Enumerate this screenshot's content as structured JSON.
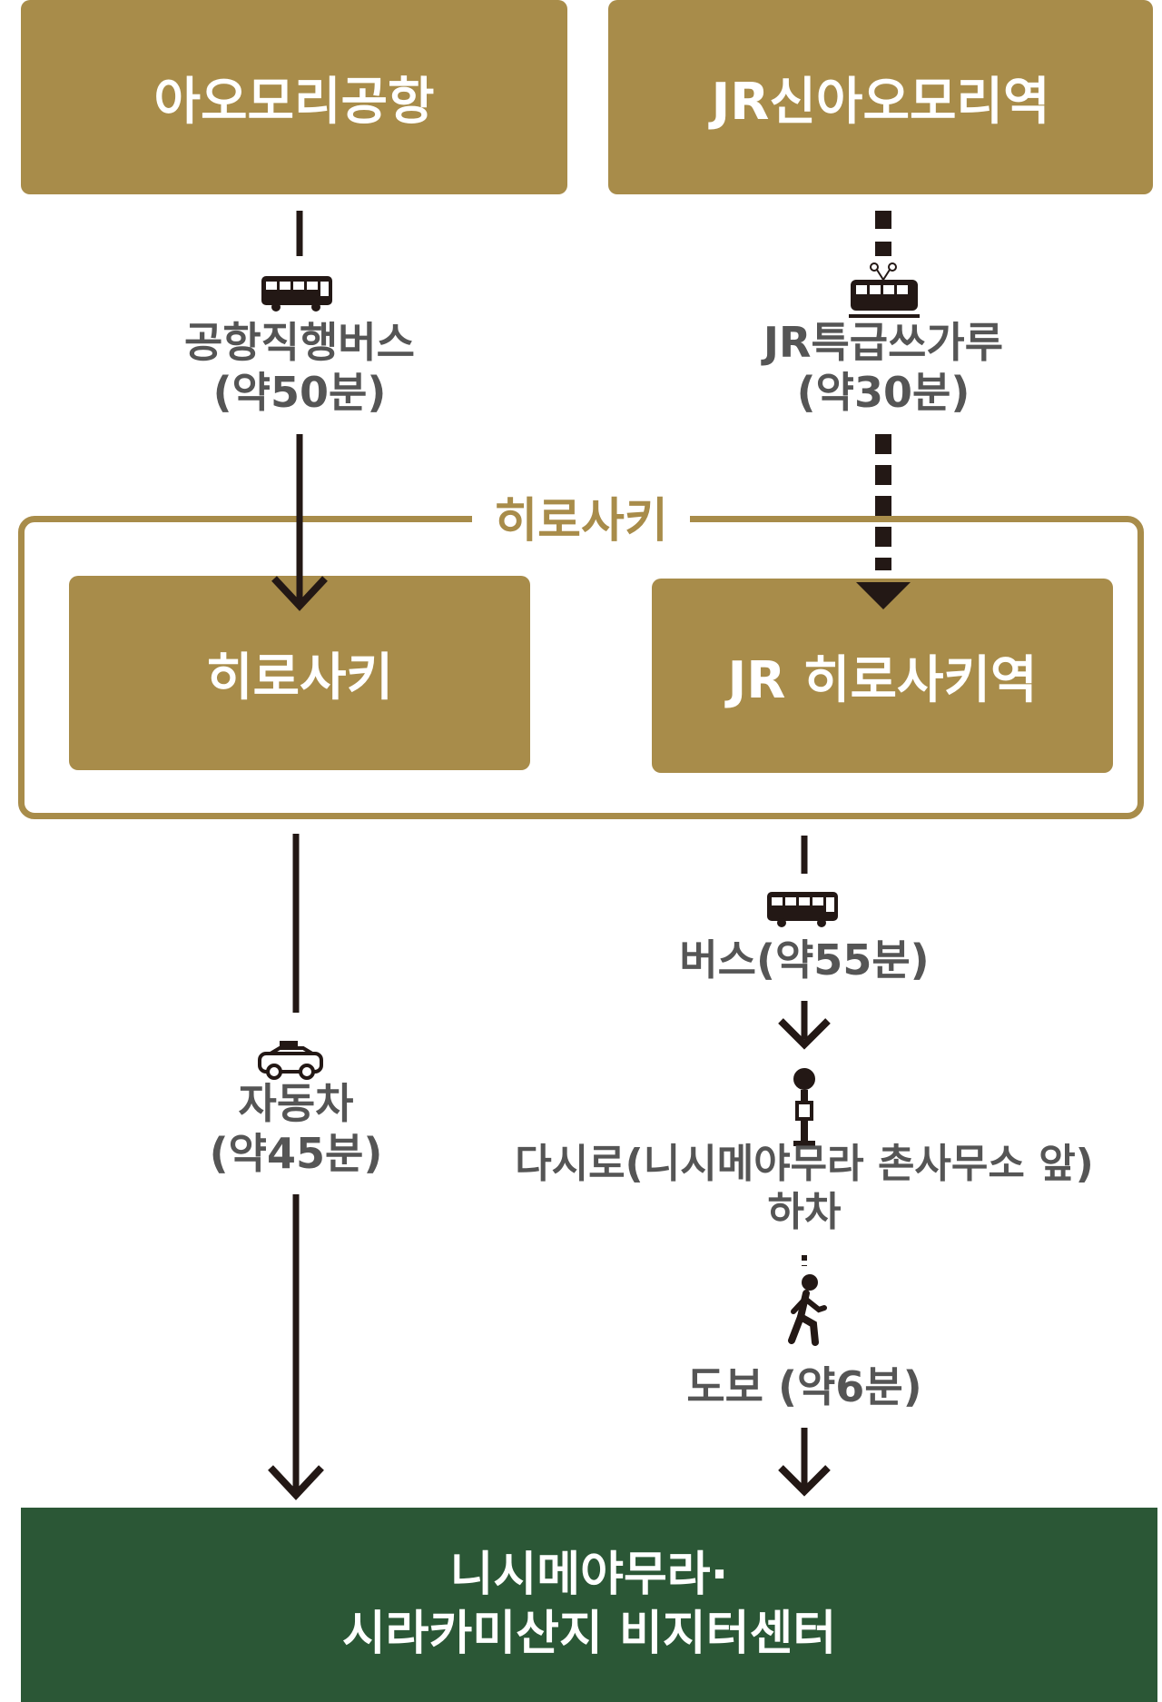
{
  "origins": {
    "airport": "아오모리공항",
    "station": "JR신아오모리역"
  },
  "hirosaki_group": {
    "title": "히로사키",
    "left_node": "히로사키",
    "right_node": "JR 히로사키역"
  },
  "legs": {
    "airport_bus_line1": "공항직행버스",
    "airport_bus_line2": "(약50분)",
    "jr_express_line1": "JR특급쓰가루",
    "jr_express_line2": "(약30분)",
    "car_line1": "자동차",
    "car_line2": "(약45분)",
    "bus": "버스(약55분)",
    "stop_line1": "다시로(니시메야무라 촌사무소 앞)",
    "stop_line2": "하차",
    "walk": "도보 (약6분)"
  },
  "destination": {
    "line1": "니시메야무라·",
    "line2": "시라카미산지 비지터센터"
  },
  "colors": {
    "gold": "#a88c4a",
    "green": "#2b5736",
    "line": "#231815",
    "text": "#555555"
  },
  "icons": [
    "bus-icon",
    "train-icon",
    "taxi-icon",
    "bus-stop-icon",
    "walking-person-icon"
  ]
}
